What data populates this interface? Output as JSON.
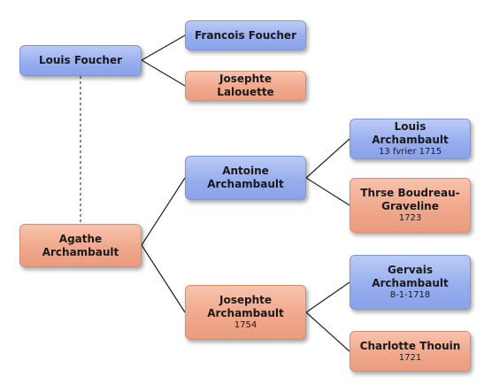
{
  "nodes": {
    "louis_foucher": {
      "name": "Louis Foucher",
      "date": ""
    },
    "francois_foucher": {
      "name": "Francois Foucher",
      "date": ""
    },
    "josephte_lalouette": {
      "name": "Josephte Lalouette",
      "date": ""
    },
    "agathe_archambault": {
      "name": "Agathe Archambault",
      "date": ""
    },
    "antoine_archambault": {
      "name": "Antoine Archambault",
      "date": ""
    },
    "josephte_archambault": {
      "name": "Josephte Archambault",
      "date": "1754"
    },
    "louis_archambault": {
      "name": "Louis Archambault",
      "date": "13 fvrier 1715"
    },
    "therese_boudreau_graveline": {
      "name": "Thrse Boudreau-Graveline",
      "date": "1723"
    },
    "gervais_archambault": {
      "name": "Gervais Archambault",
      "date": "8-1-1718"
    },
    "charlotte_thouin": {
      "name": "Charlotte Thouin",
      "date": "1721"
    }
  },
  "colors": {
    "male": "#98aeee",
    "female": "#f0a88c",
    "line": "#222222",
    "spouse_line": "#666666"
  }
}
